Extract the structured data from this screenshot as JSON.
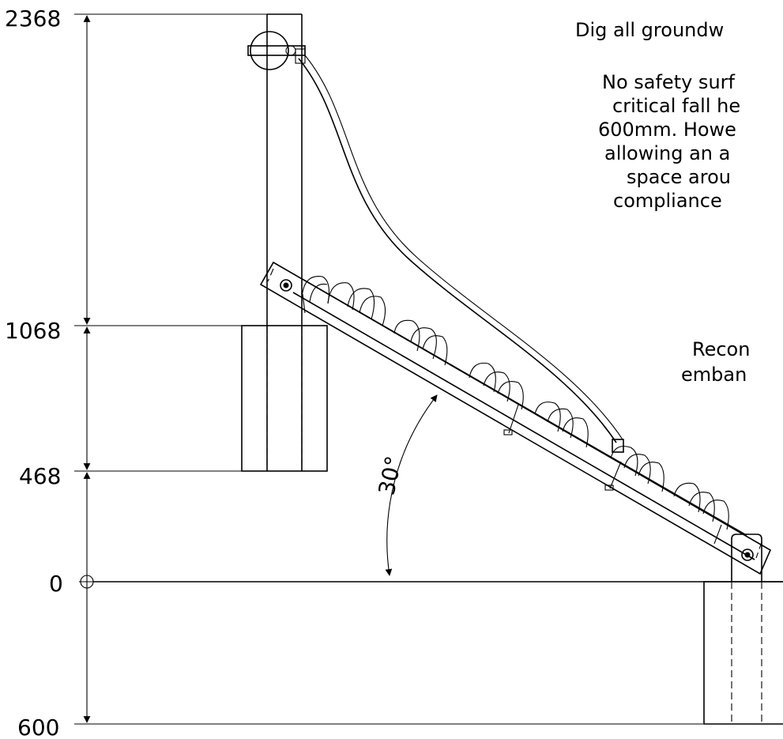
{
  "dimensions": {
    "h2368": "2368",
    "h1068": "1068",
    "h468": "468",
    "h0": "0",
    "h600": "600"
  },
  "angle_label": "30°",
  "notes": {
    "line1": "Dig all groundw",
    "line2": "No safety surf",
    "line3": "critical fall he",
    "line4": "600mm. Howe",
    "line5": "allowing an a",
    "line6": "space arou",
    "line7": "compliance",
    "line8": "Recon",
    "line9": "emban"
  }
}
